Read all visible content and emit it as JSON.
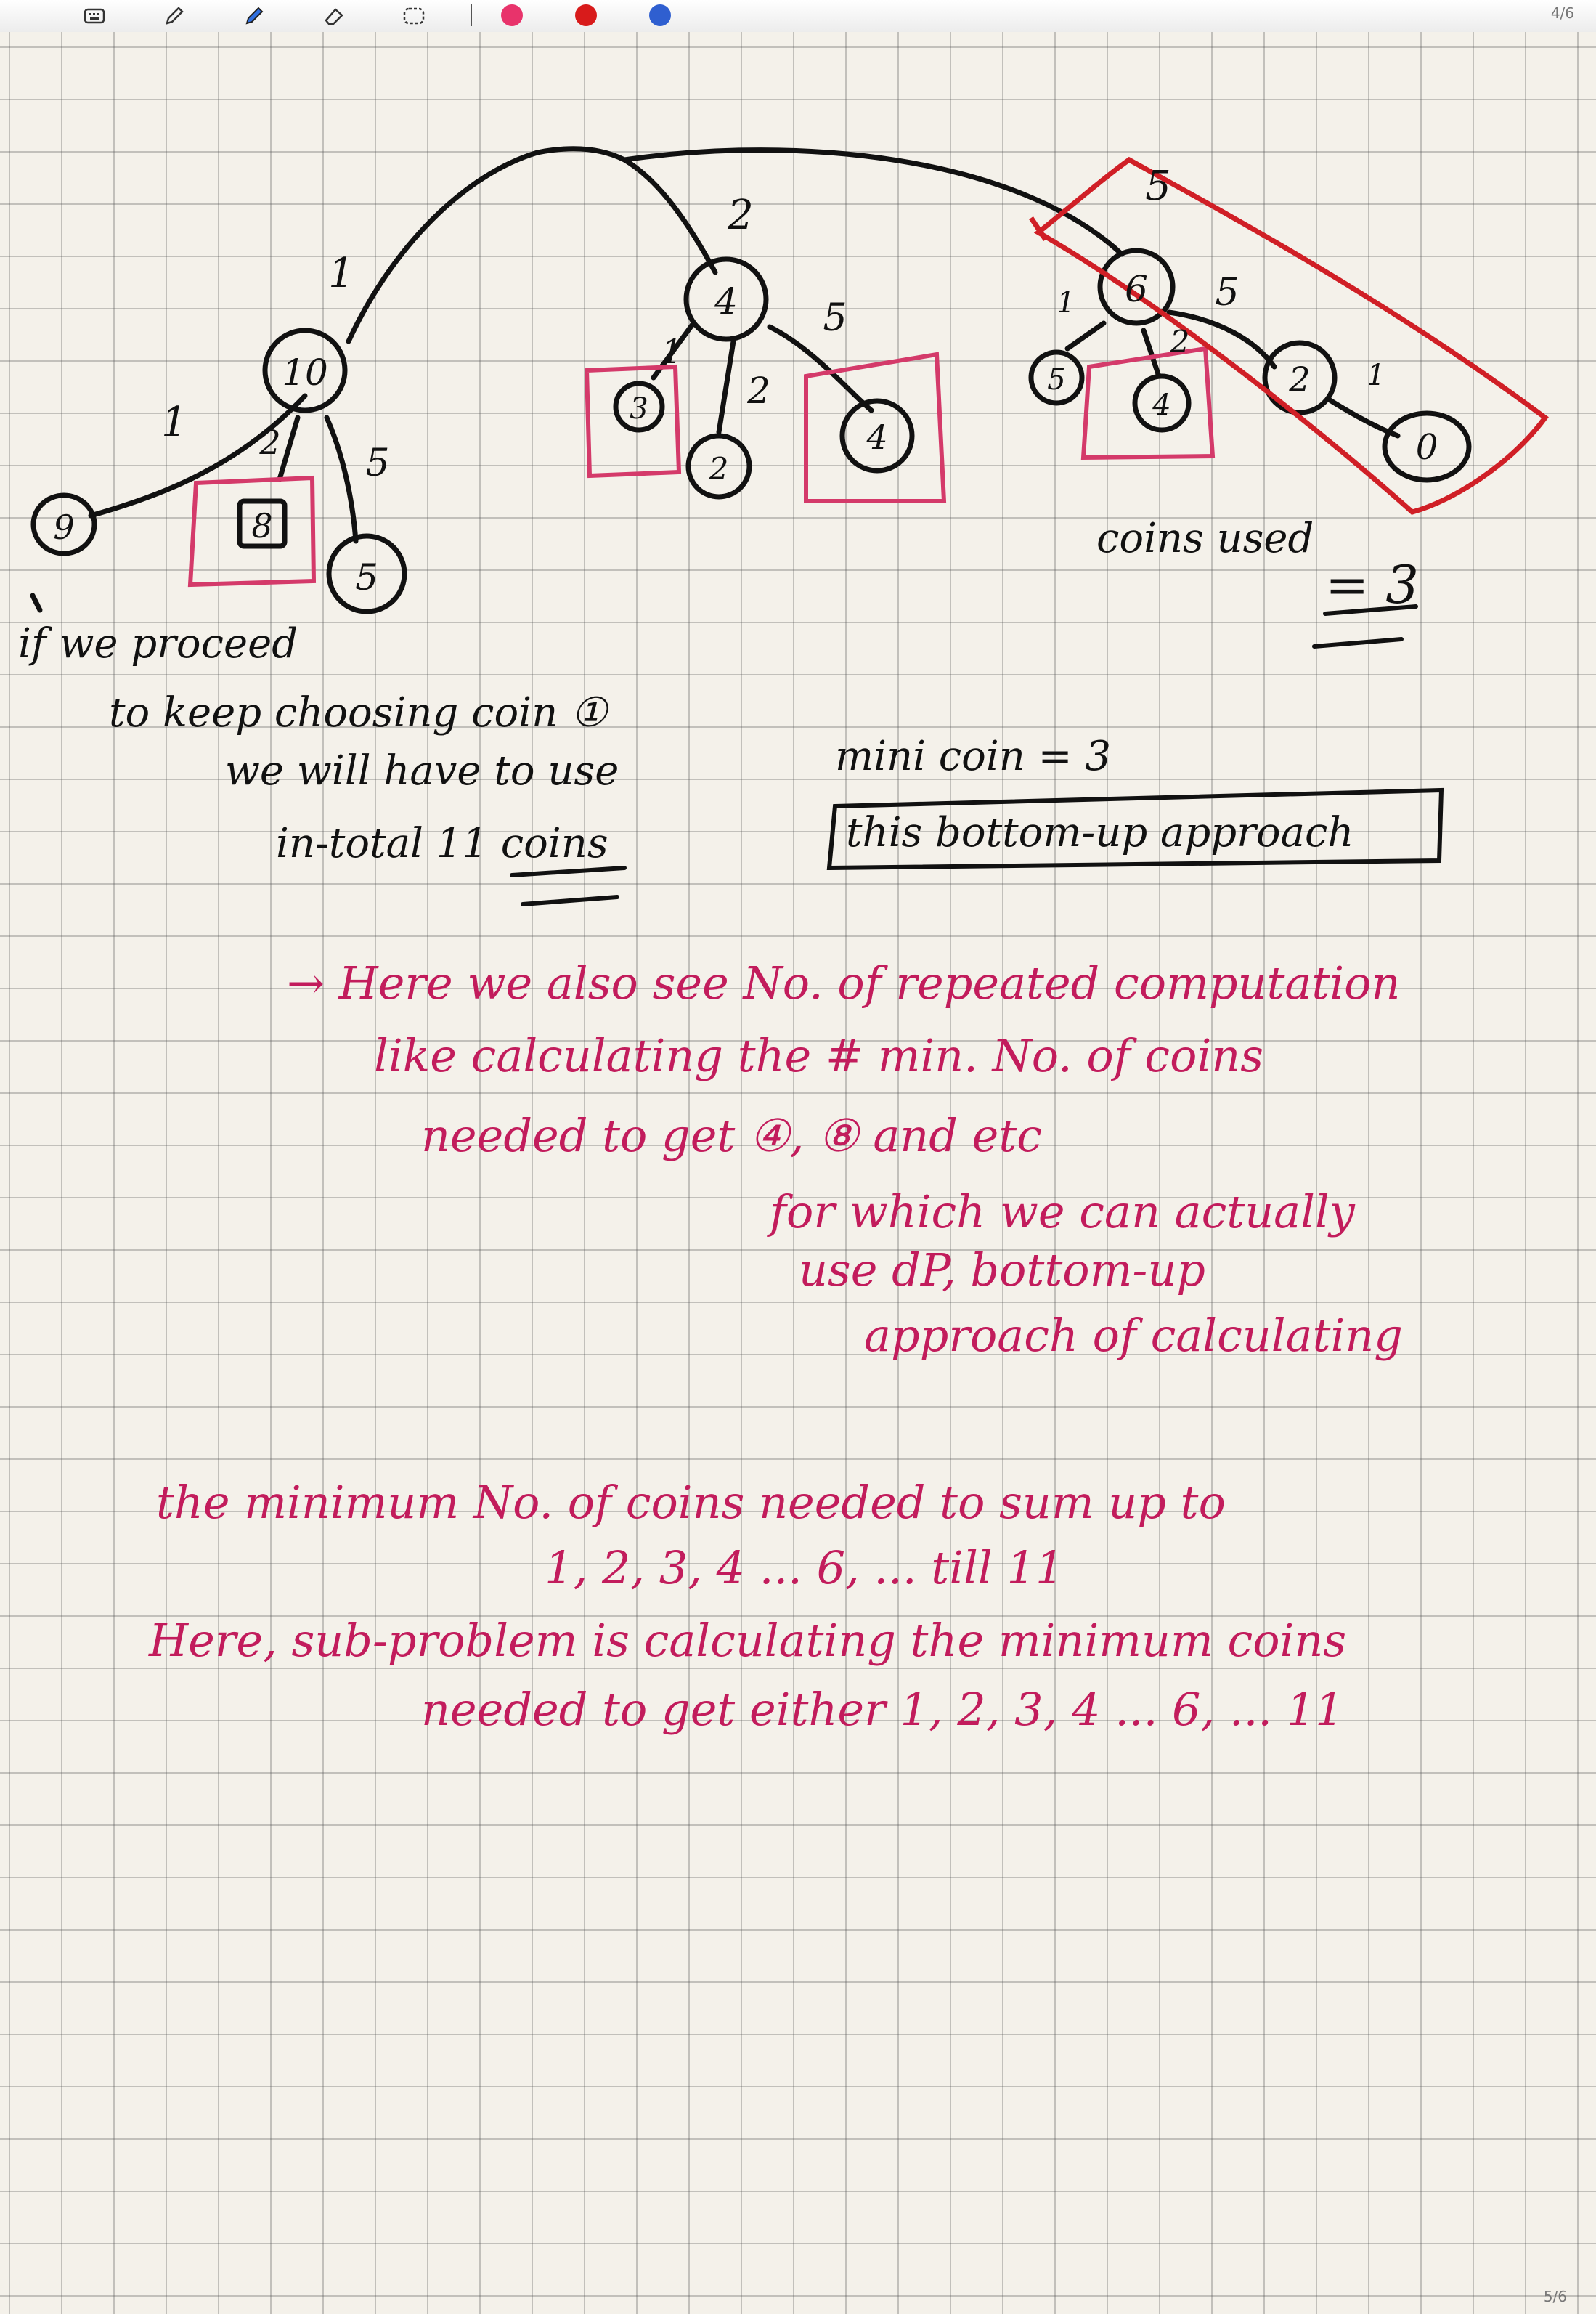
{
  "toolbar": {
    "tools": [
      {
        "name": "keyboard-icon"
      },
      {
        "name": "pen-icon"
      },
      {
        "name": "highlighter-icon"
      },
      {
        "name": "eraser-icon"
      },
      {
        "name": "lasso-icon"
      }
    ],
    "pen_colors": [
      "#e8336b",
      "#d81b1b",
      "#2f5fd0"
    ],
    "page_indicator": "4/6"
  },
  "footer": {
    "page_indicator": "5/6"
  },
  "tree": {
    "top_edges": {
      "left": "1",
      "middle": "2",
      "right": "5"
    },
    "left": {
      "root": "10",
      "children": [
        {
          "value": "9",
          "edge": "1"
        },
        {
          "value": "8",
          "edge": "2",
          "boxed": true
        },
        {
          "value": "5",
          "edge": "5"
        }
      ]
    },
    "middle": {
      "root": "4",
      "children": [
        {
          "value": "3",
          "edge": "1",
          "boxed": true
        },
        {
          "value": "2",
          "edge": "2"
        },
        {
          "value": "4",
          "edge": "5",
          "boxed": true
        }
      ]
    },
    "right": {
      "root": "6",
      "children": [
        {
          "value": "5",
          "edge": "1"
        },
        {
          "value": "4",
          "edge": "2",
          "boxed": true
        },
        {
          "value": "2",
          "edge": "5"
        }
      ],
      "leaf": {
        "value": "0",
        "edge": "1"
      }
    }
  },
  "notes": {
    "coins_used": "coins used",
    "coins_used_value": "= 3",
    "left_note": [
      "if we proceed",
      "to keep choosing coin ①",
      "we will have to use",
      "in-total 11 coins"
    ],
    "mini_coin": "mini coin = 3",
    "approach_box": "this bottom-up approach",
    "red_paragraph_1": [
      "→ Here we also see No. of repeated computation",
      "like calculating the # min. No. of coins",
      "needed to get ④, ⑧ and etc",
      "for which we can actually",
      "use dP, bottom-up",
      "approach of calculating"
    ],
    "red_paragraph_2": [
      "the minimum No. of coins needed to sum up to",
      "1, 2, 3, 4 ... 6, ... till 11",
      "Here, sub-problem is calculating the minimum coins",
      "needed to get either 1, 2, 3, 4 ... 6, ... 11"
    ]
  }
}
